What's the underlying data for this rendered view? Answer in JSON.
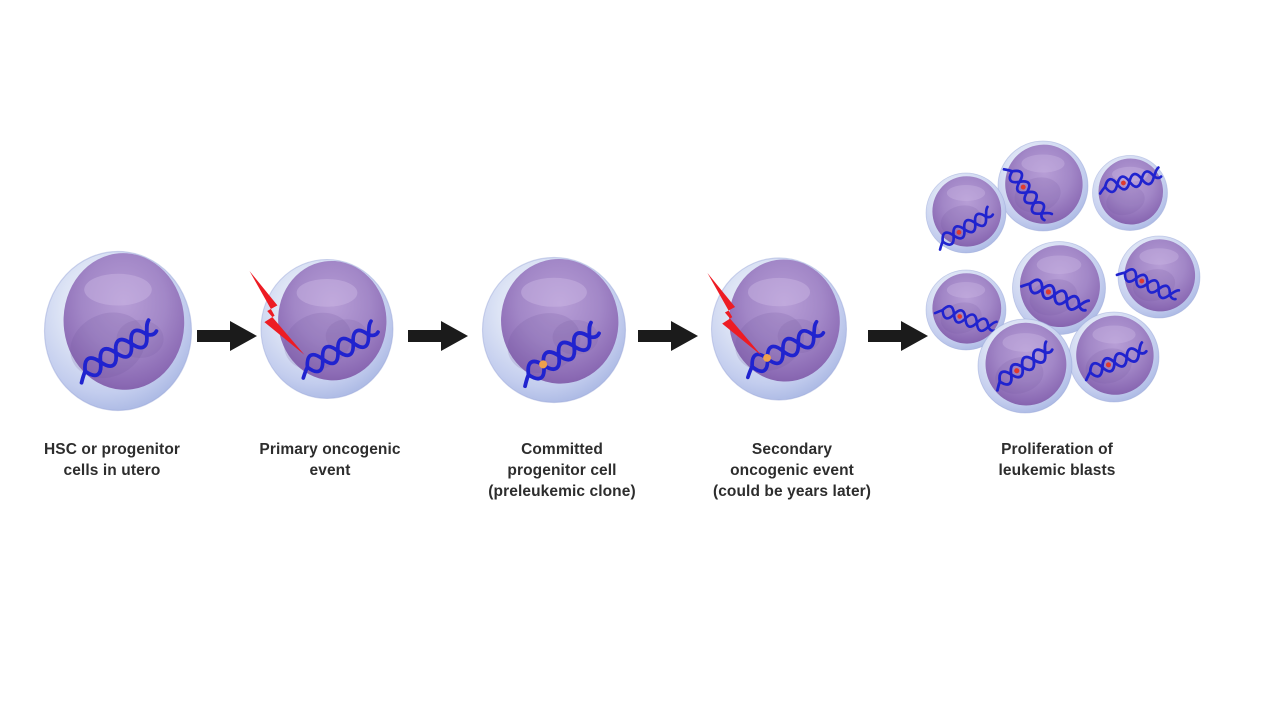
{
  "diagram": {
    "stages": [
      {
        "id": "hsc",
        "icon": "cell-icon",
        "label": "HSC or progenitor\ncells in utero"
      },
      {
        "id": "primary-oncogenic-event",
        "icon": "cell-with-lightning-icon",
        "label": "Primary oncogenic\nevent"
      },
      {
        "id": "committed-progenitor",
        "icon": "cell-with-mutation-icon",
        "label": "Committed\nprogenitor cell\n(preleukemic clone)"
      },
      {
        "id": "secondary-oncogenic-event",
        "icon": "cell-with-lightning-and-mutation-icon",
        "label": "Secondary\noncogenic event\n(could be years later)"
      },
      {
        "id": "proliferation",
        "icon": "leukemic-blast-cluster-icon",
        "label": "Proliferation of\nleukemic blasts"
      }
    ],
    "arrow_icon": "flow-arrow-icon",
    "arrow_count": 4,
    "blast_cell_count": 8
  },
  "colors": {
    "background": "#ffffff",
    "dna": "#2023cf",
    "lightning": "#ed1c24",
    "arrow": "#1b1b1b",
    "text": "#2d2d2d",
    "mutation_orange": "#efa04b",
    "mutation_red": "#e03a2e",
    "membrane": "#c3cdee",
    "nucleus": "#9579bd"
  }
}
